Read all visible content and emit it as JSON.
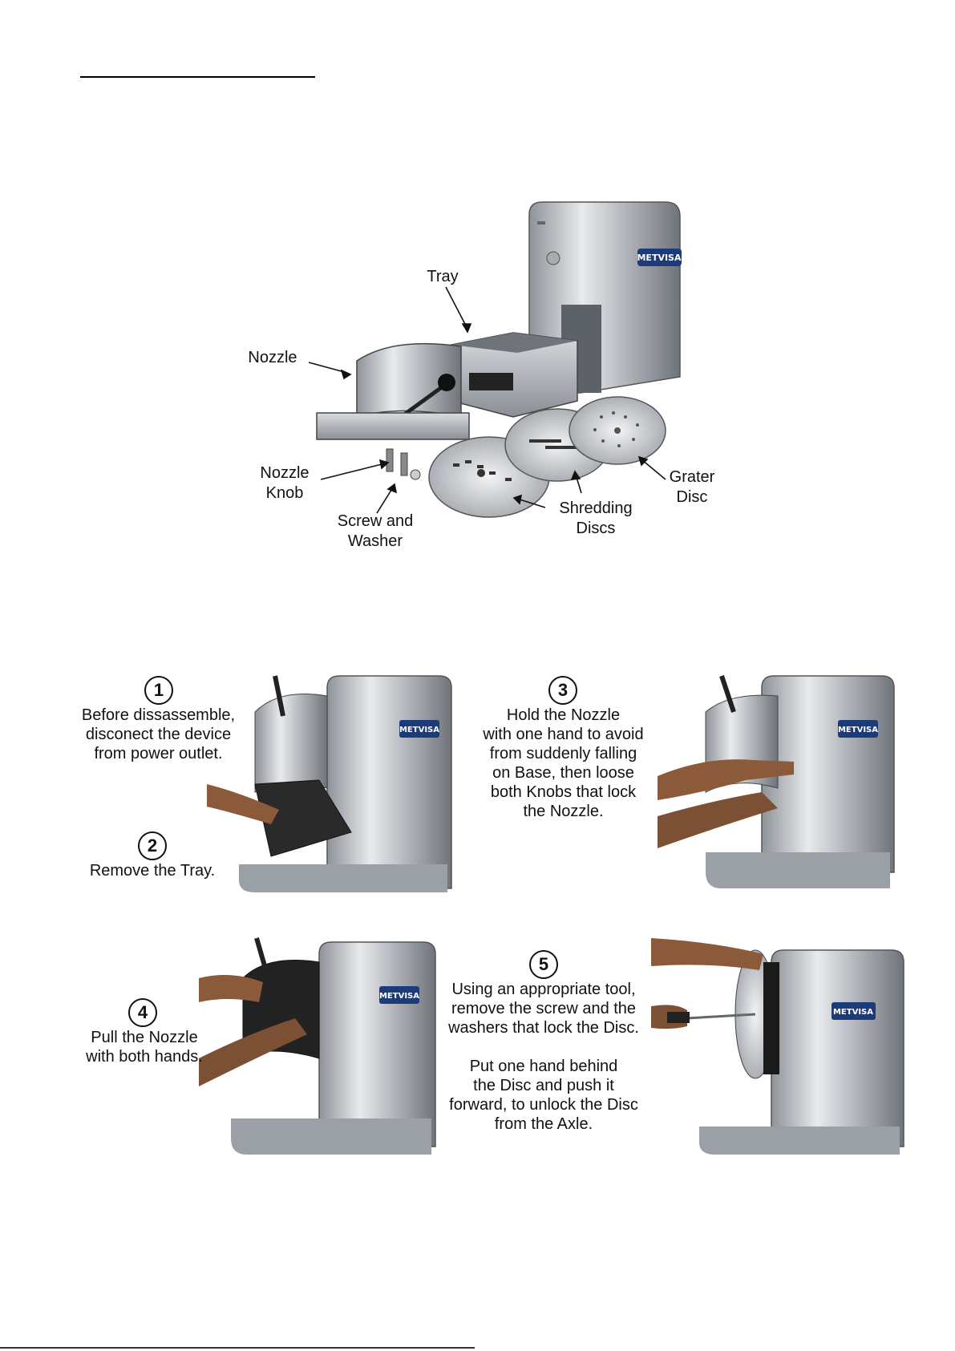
{
  "brand": "METVISA",
  "labels": {
    "tray": "Tray",
    "nozzle": "Nozzle",
    "nozzle_knob_1": "Nozzle",
    "nozzle_knob_2": "Knob",
    "screw_1": "Screw and",
    "screw_2": "Washer",
    "shredding_1": "Shredding",
    "shredding_2": "Discs",
    "grater_1": "Grater",
    "grater_2": "Disc"
  },
  "steps": [
    {
      "num": "1",
      "text": "Before dissassemble,\ndisconect the device\nfrom power outlet."
    },
    {
      "num": "2",
      "text": "Remove the Tray."
    },
    {
      "num": "3",
      "text": "Hold the Nozzle\nwith one hand to avoid\nfrom suddenly falling\non Base, then loose\nboth Knobs that lock\nthe Nozzle."
    },
    {
      "num": "4",
      "text": "Pull the Nozzle\nwith both hands."
    },
    {
      "num": "5",
      "text": "Using an appropriate tool,\nremove the screw and the\nwashers that lock the Disc.\n\nPut one hand behind\nthe Disc and push it\nforward, to unlock the Disc\nfrom the Axle."
    }
  ]
}
